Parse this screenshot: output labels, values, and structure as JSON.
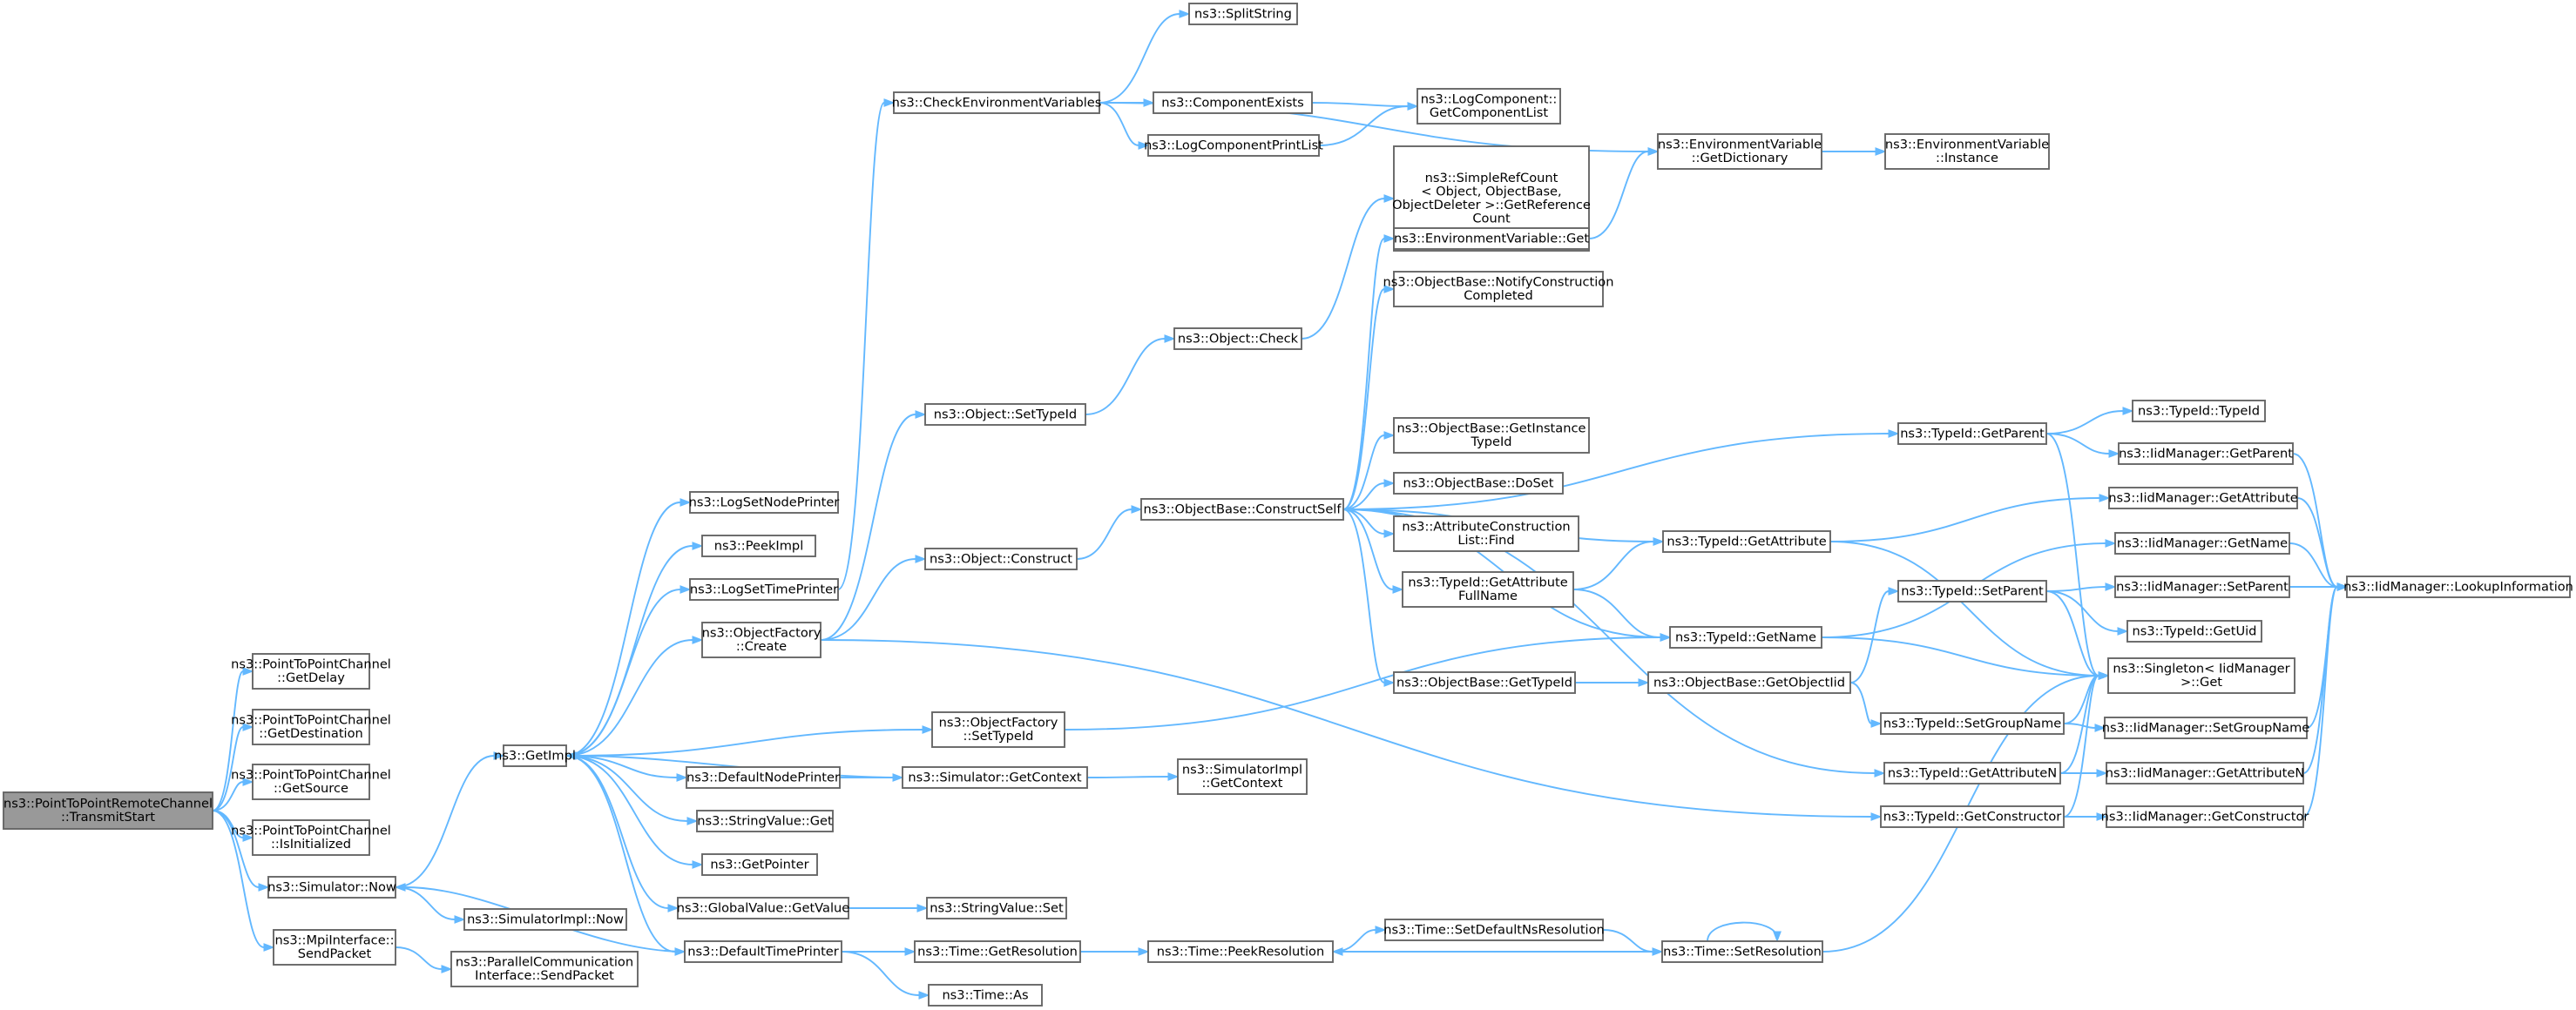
{
  "nodes": [
    {
      "id": "root",
      "lines": [
        "ns3::PointToPointRemoteChannel",
        "::TransmitStart"
      ],
      "root": true
    },
    {
      "id": "getdelay",
      "lines": [
        "ns3::PointToPointChannel",
        "::GetDelay"
      ]
    },
    {
      "id": "getdest",
      "lines": [
        "ns3::PointToPointChannel",
        "::GetDestination"
      ]
    },
    {
      "id": "getsource",
      "lines": [
        "ns3::PointToPointChannel",
        "::GetSource"
      ]
    },
    {
      "id": "isinit",
      "lines": [
        "ns3::PointToPointChannel",
        "::IsInitialized"
      ]
    },
    {
      "id": "simnow",
      "lines": [
        "ns3::Simulator::Now"
      ]
    },
    {
      "id": "mpisend",
      "lines": [
        "ns3::MpiInterface::",
        "SendPacket"
      ]
    },
    {
      "id": "getimpl",
      "lines": [
        "ns3::GetImpl"
      ]
    },
    {
      "id": "simimplnow",
      "lines": [
        "ns3::SimulatorImpl::Now"
      ]
    },
    {
      "id": "parsend",
      "lines": [
        "ns3::ParallelCommunication",
        "Interface::SendPacket"
      ]
    },
    {
      "id": "logsetnode",
      "lines": [
        "ns3::LogSetNodePrinter"
      ]
    },
    {
      "id": "peekimpl",
      "lines": [
        "ns3::PeekImpl"
      ]
    },
    {
      "id": "logsettime",
      "lines": [
        "ns3::LogSetTimePrinter"
      ]
    },
    {
      "id": "ofcreate",
      "lines": [
        "ns3::ObjectFactory",
        "::Create"
      ]
    },
    {
      "id": "defnode",
      "lines": [
        "ns3::DefaultNodePrinter"
      ]
    },
    {
      "id": "svget",
      "lines": [
        "ns3::StringValue::Get"
      ]
    },
    {
      "id": "getpointer",
      "lines": [
        "ns3::GetPointer"
      ]
    },
    {
      "id": "gvgetvalue",
      "lines": [
        "ns3::GlobalValue::GetValue"
      ]
    },
    {
      "id": "deftime",
      "lines": [
        "ns3::DefaultTimePrinter"
      ]
    },
    {
      "id": "checkenv",
      "lines": [
        "ns3::CheckEnvironmentVariables"
      ]
    },
    {
      "id": "splitstring",
      "lines": [
        "ns3::SplitString"
      ]
    },
    {
      "id": "compexists",
      "lines": [
        "ns3::ComponentExists"
      ]
    },
    {
      "id": "logcompprint",
      "lines": [
        "ns3::LogComponentPrintList"
      ]
    },
    {
      "id": "logcompget",
      "lines": [
        "ns3::LogComponent::",
        "GetComponentList"
      ]
    },
    {
      "id": "envgetdict",
      "lines": [
        "ns3::EnvironmentVariable",
        "::GetDictionary"
      ]
    },
    {
      "id": "envinstance",
      "lines": [
        "ns3::EnvironmentVariable",
        "::Instance"
      ]
    },
    {
      "id": "objsettypeid",
      "lines": [
        "ns3::Object::SetTypeId"
      ]
    },
    {
      "id": "objconstruct",
      "lines": [
        "ns3::Object::Construct"
      ]
    },
    {
      "id": "ofsettypeid",
      "lines": [
        "ns3::ObjectFactory",
        "::SetTypeId"
      ]
    },
    {
      "id": "simgetctx",
      "lines": [
        "ns3::Simulator::GetContext"
      ]
    },
    {
      "id": "svset",
      "lines": [
        "ns3::StringValue::Set"
      ]
    },
    {
      "id": "timegetres",
      "lines": [
        "ns3::Time::GetResolution"
      ]
    },
    {
      "id": "timeas",
      "lines": [
        "ns3::Time::As"
      ]
    },
    {
      "id": "objcheck",
      "lines": [
        "ns3::Object::Check"
      ]
    },
    {
      "id": "simplerefcount",
      "lines": [
        "ns3::SimpleRefCount",
        "< Object, ObjectBase,",
        "ObjectDeleter >::GetReference",
        "Count"
      ]
    },
    {
      "id": "envget",
      "lines": [
        "ns3::EnvironmentVariable::Get"
      ]
    },
    {
      "id": "notifyconst",
      "lines": [
        "ns3::ObjectBase::NotifyConstruction",
        "Completed"
      ]
    },
    {
      "id": "constructself",
      "lines": [
        "ns3::ObjectBase::ConstructSelf"
      ]
    },
    {
      "id": "getinsttypeid",
      "lines": [
        "ns3::ObjectBase::GetInstance",
        "TypeId"
      ]
    },
    {
      "id": "doset",
      "lines": [
        "ns3::ObjectBase::DoSet"
      ]
    },
    {
      "id": "attrfind",
      "lines": [
        "ns3::AttributeConstruction",
        "List::Find"
      ]
    },
    {
      "id": "tgetattrfull",
      "lines": [
        "ns3::TypeId::GetAttribute",
        "FullName"
      ]
    },
    {
      "id": "obgettypeid",
      "lines": [
        "ns3::ObjectBase::GetTypeId"
      ]
    },
    {
      "id": "simimplctx",
      "lines": [
        "ns3::SimulatorImpl",
        "::GetContext"
      ]
    },
    {
      "id": "timepeekres",
      "lines": [
        "ns3::Time::PeekResolution"
      ]
    },
    {
      "id": "setdefns",
      "lines": [
        "ns3::Time::SetDefaultNsResolution"
      ]
    },
    {
      "id": "timesetres",
      "lines": [
        "ns3::Time::SetResolution"
      ]
    },
    {
      "id": "tgetattr",
      "lines": [
        "ns3::TypeId::GetAttribute"
      ]
    },
    {
      "id": "tgetname",
      "lines": [
        "ns3::TypeId::GetName"
      ]
    },
    {
      "id": "obgetobjtid",
      "lines": [
        "ns3::ObjectBase::GetObjectIid"
      ]
    },
    {
      "id": "tgetparent",
      "lines": [
        "ns3::TypeId::GetParent"
      ]
    },
    {
      "id": "tsetparent",
      "lines": [
        "ns3::TypeId::SetParent"
      ]
    },
    {
      "id": "tsetgroup",
      "lines": [
        "ns3::TypeId::SetGroupName"
      ]
    },
    {
      "id": "tgetattrn",
      "lines": [
        "ns3::TypeId::GetAttributeN"
      ]
    },
    {
      "id": "tgetctor",
      "lines": [
        "ns3::TypeId::GetConstructor"
      ]
    },
    {
      "id": "ttypeid",
      "lines": [
        "ns3::TypeId::TypeId"
      ]
    },
    {
      "id": "iidgetparent",
      "lines": [
        "ns3::IidManager::GetParent"
      ]
    },
    {
      "id": "iidgetattr",
      "lines": [
        "ns3::IidManager::GetAttribute"
      ]
    },
    {
      "id": "iidgetname",
      "lines": [
        "ns3::IidManager::GetName"
      ]
    },
    {
      "id": "iidsetparent",
      "lines": [
        "ns3::IidManager::SetParent"
      ]
    },
    {
      "id": "tgetuid",
      "lines": [
        "ns3::TypeId::GetUid"
      ]
    },
    {
      "id": "singleton",
      "lines": [
        "ns3::Singleton< IidManager",
        ">::Get"
      ]
    },
    {
      "id": "iidsetgroup",
      "lines": [
        "ns3::IidManager::SetGroupName"
      ]
    },
    {
      "id": "iidgetattrn",
      "lines": [
        "ns3::IidManager::GetAttributeN"
      ]
    },
    {
      "id": "iidgetctor",
      "lines": [
        "ns3::IidManager::GetConstructor"
      ]
    },
    {
      "id": "iidlookup",
      "lines": [
        "ns3::IidManager::LookupInformation"
      ]
    }
  ]
}
